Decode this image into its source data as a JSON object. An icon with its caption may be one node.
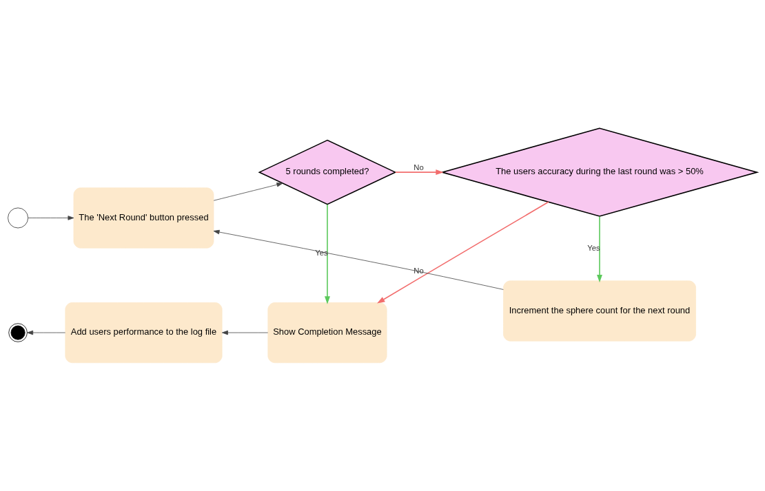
{
  "diagram": {
    "nodes": [
      {
        "text": [],
        "shape": "circle"
      },
      {
        "text": [
          "The 'Next Round' button pressed"
        ]
      },
      {
        "text": [
          "5 rounds completed?"
        ]
      },
      {
        "text": [
          "The users accuracy during the last round was > 50%"
        ]
      },
      {
        "text": [
          "Increment the sphere count for the next round"
        ]
      },
      {
        "text": [
          "Show Completion Message"
        ]
      },
      {
        "text": [
          "Add users performance to the log file"
        ]
      },
      {
        "text": [],
        "shape": "circle"
      }
    ],
    "edges": [
      {
        "from": 0,
        "to": 1,
        "arrow": "to"
      },
      {
        "from": 1,
        "to": 2,
        "arrow": "to"
      },
      {
        "from": 2,
        "to": 3,
        "arrow": "to",
        "label": "No",
        "color": "#f26d6d"
      },
      {
        "from": 3,
        "to": 4,
        "arrow": "to",
        "label": "Yes",
        "color": "#5cc95c"
      },
      {
        "from": 4,
        "to": 1,
        "arrow": "to"
      },
      {
        "from": 2,
        "to": 5,
        "arrow": "to",
        "label": "Yes",
        "color": "#5cc95c"
      },
      {
        "from": 3,
        "to": 5,
        "arrow": "to",
        "label": "No",
        "color": "#f26d6d"
      },
      {
        "from": 5,
        "to": 6,
        "arrow": "to"
      },
      {
        "from": 6,
        "to": 7,
        "arrow": "to"
      }
    ]
  }
}
